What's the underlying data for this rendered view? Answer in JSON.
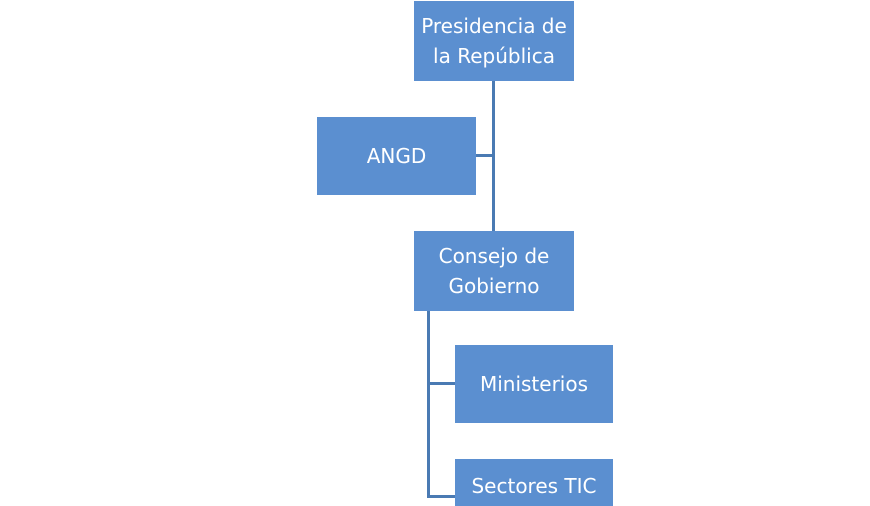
{
  "colors": {
    "node_fill": "#5b8fd0",
    "connector": "#4a7ab3",
    "text": "#ffffff"
  },
  "org_chart": {
    "presidencia": "Presidencia de\nla República",
    "angd": "ANGD",
    "consejo": "Consejo de\nGobierno",
    "ministerios": "Ministerios",
    "sectores": "Sectores TIC\n(públicos)"
  }
}
